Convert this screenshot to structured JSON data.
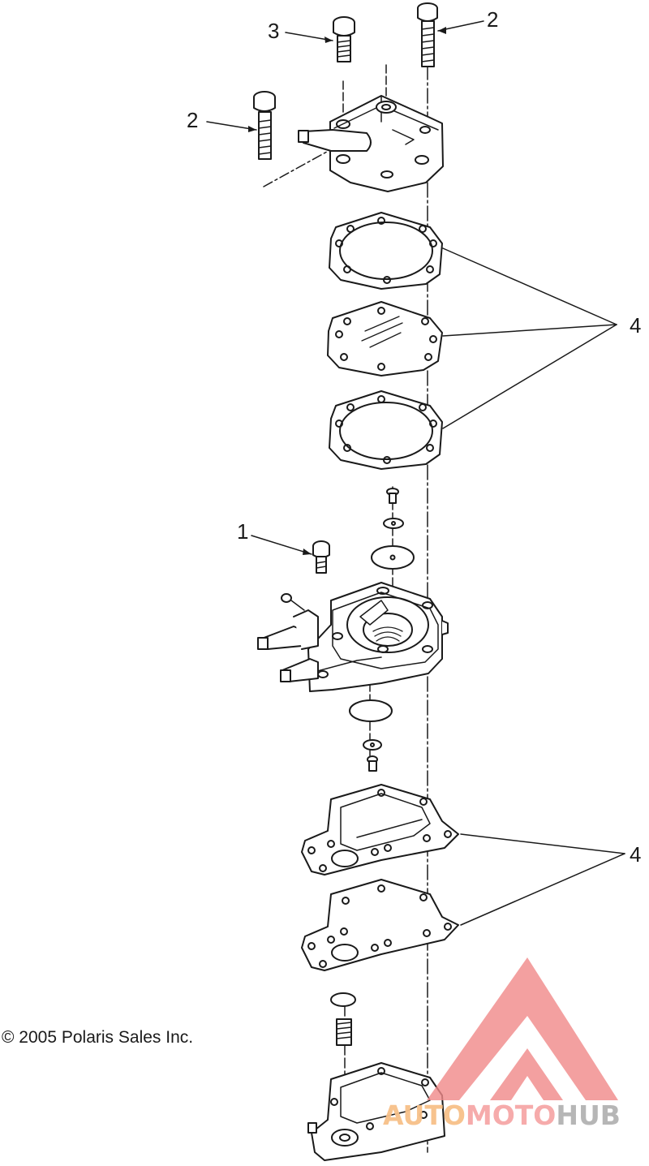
{
  "callouts": {
    "screw_top_left": "3",
    "bolt_top_right": "2",
    "bolt_left": "2",
    "gasket_set_upper": "4",
    "screw_body": "1",
    "gasket_set_lower": "4"
  },
  "copyright": "© 2005 Polaris Sales Inc.",
  "watermark": {
    "part1": "AUTO",
    "part2": "MOTO",
    "part3": "HUB",
    "colors": {
      "triangle": "#f08a8a",
      "part1": "#f7c089",
      "part2": "#f6a7a7",
      "part3": "#b3b3b3"
    }
  }
}
